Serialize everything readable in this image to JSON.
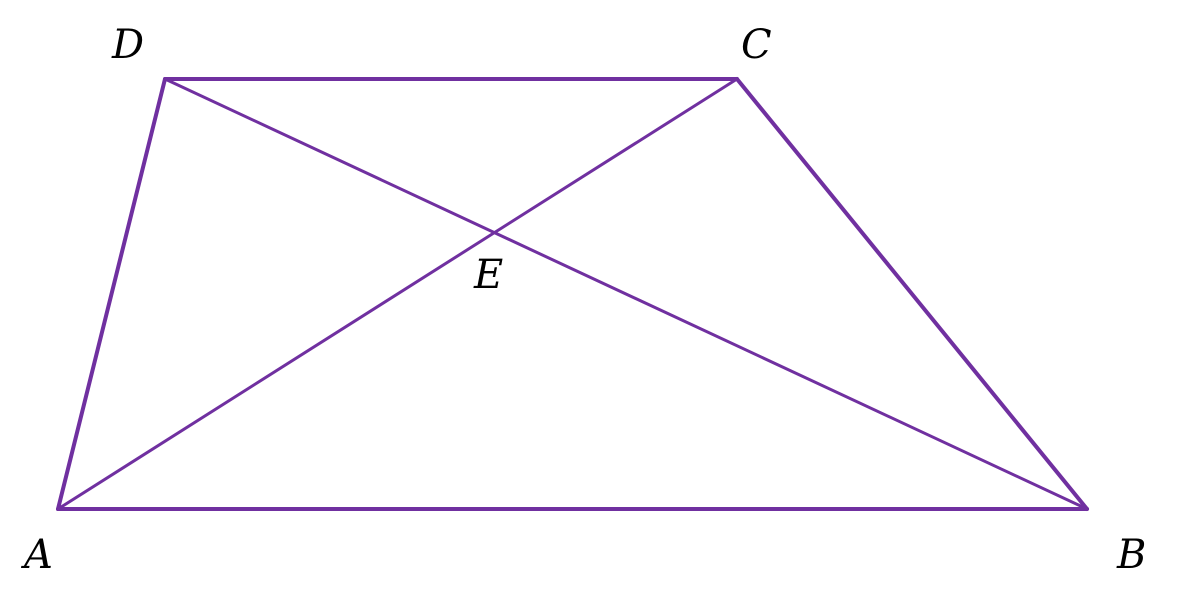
{
  "diagram": {
    "line_color": "#7030a0",
    "text_color": "#000000",
    "labels": {
      "A": "A",
      "B": "B",
      "C": "C",
      "D": "D",
      "E": "E"
    }
  }
}
